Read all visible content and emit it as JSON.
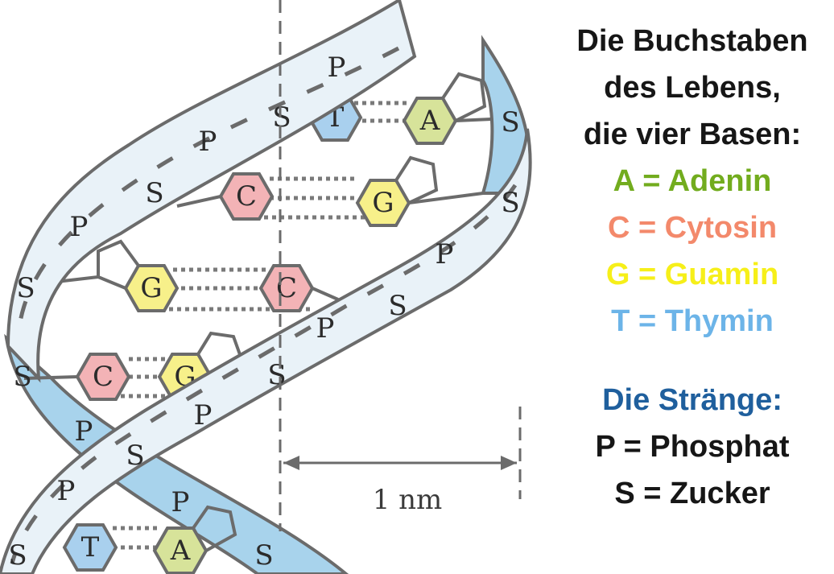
{
  "legend": {
    "heading": [
      "Die Buchstaben",
      "des Lebens,",
      "die vier Basen:"
    ],
    "bases": [
      {
        "text": "A = Adenin",
        "color": "#72ac1e"
      },
      {
        "text": "C = Cytosin",
        "color": "#f3896b"
      },
      {
        "text": "G = Guamin",
        "color": "#f6ef19"
      },
      {
        "text": "T = Thymin",
        "color": "#6cb4e8"
      }
    ],
    "strands_heading": {
      "text": "Die Stränge:",
      "color": "#1f5f9d"
    },
    "strands": [
      "P = Phosphat",
      "S = Zucker"
    ]
  },
  "diagram": {
    "scale_label": "1 nm",
    "colors": {
      "strand_front": "#e9f2f8",
      "strand_back": "#a8d3ec",
      "outline": "#6b6b6b",
      "base_A": "#d7e39a",
      "base_C": "#f3b3b6",
      "base_G": "#f7f08a",
      "base_T": "#a9d0ee"
    },
    "base_pairs": [
      {
        "left": "T",
        "right": "A"
      },
      {
        "left": "C",
        "right": "G"
      },
      {
        "left": "G",
        "right": "C"
      },
      {
        "left": "C",
        "right": "G"
      },
      {
        "left": "T",
        "right": "A"
      }
    ],
    "front_strand_labels": [
      "P",
      "S",
      "P",
      "S",
      "P",
      "S",
      "S",
      "P",
      "S",
      "P",
      "S",
      "P",
      "S"
    ],
    "back_strand_labels": [
      "S",
      "S",
      "P",
      "P",
      "S"
    ]
  }
}
